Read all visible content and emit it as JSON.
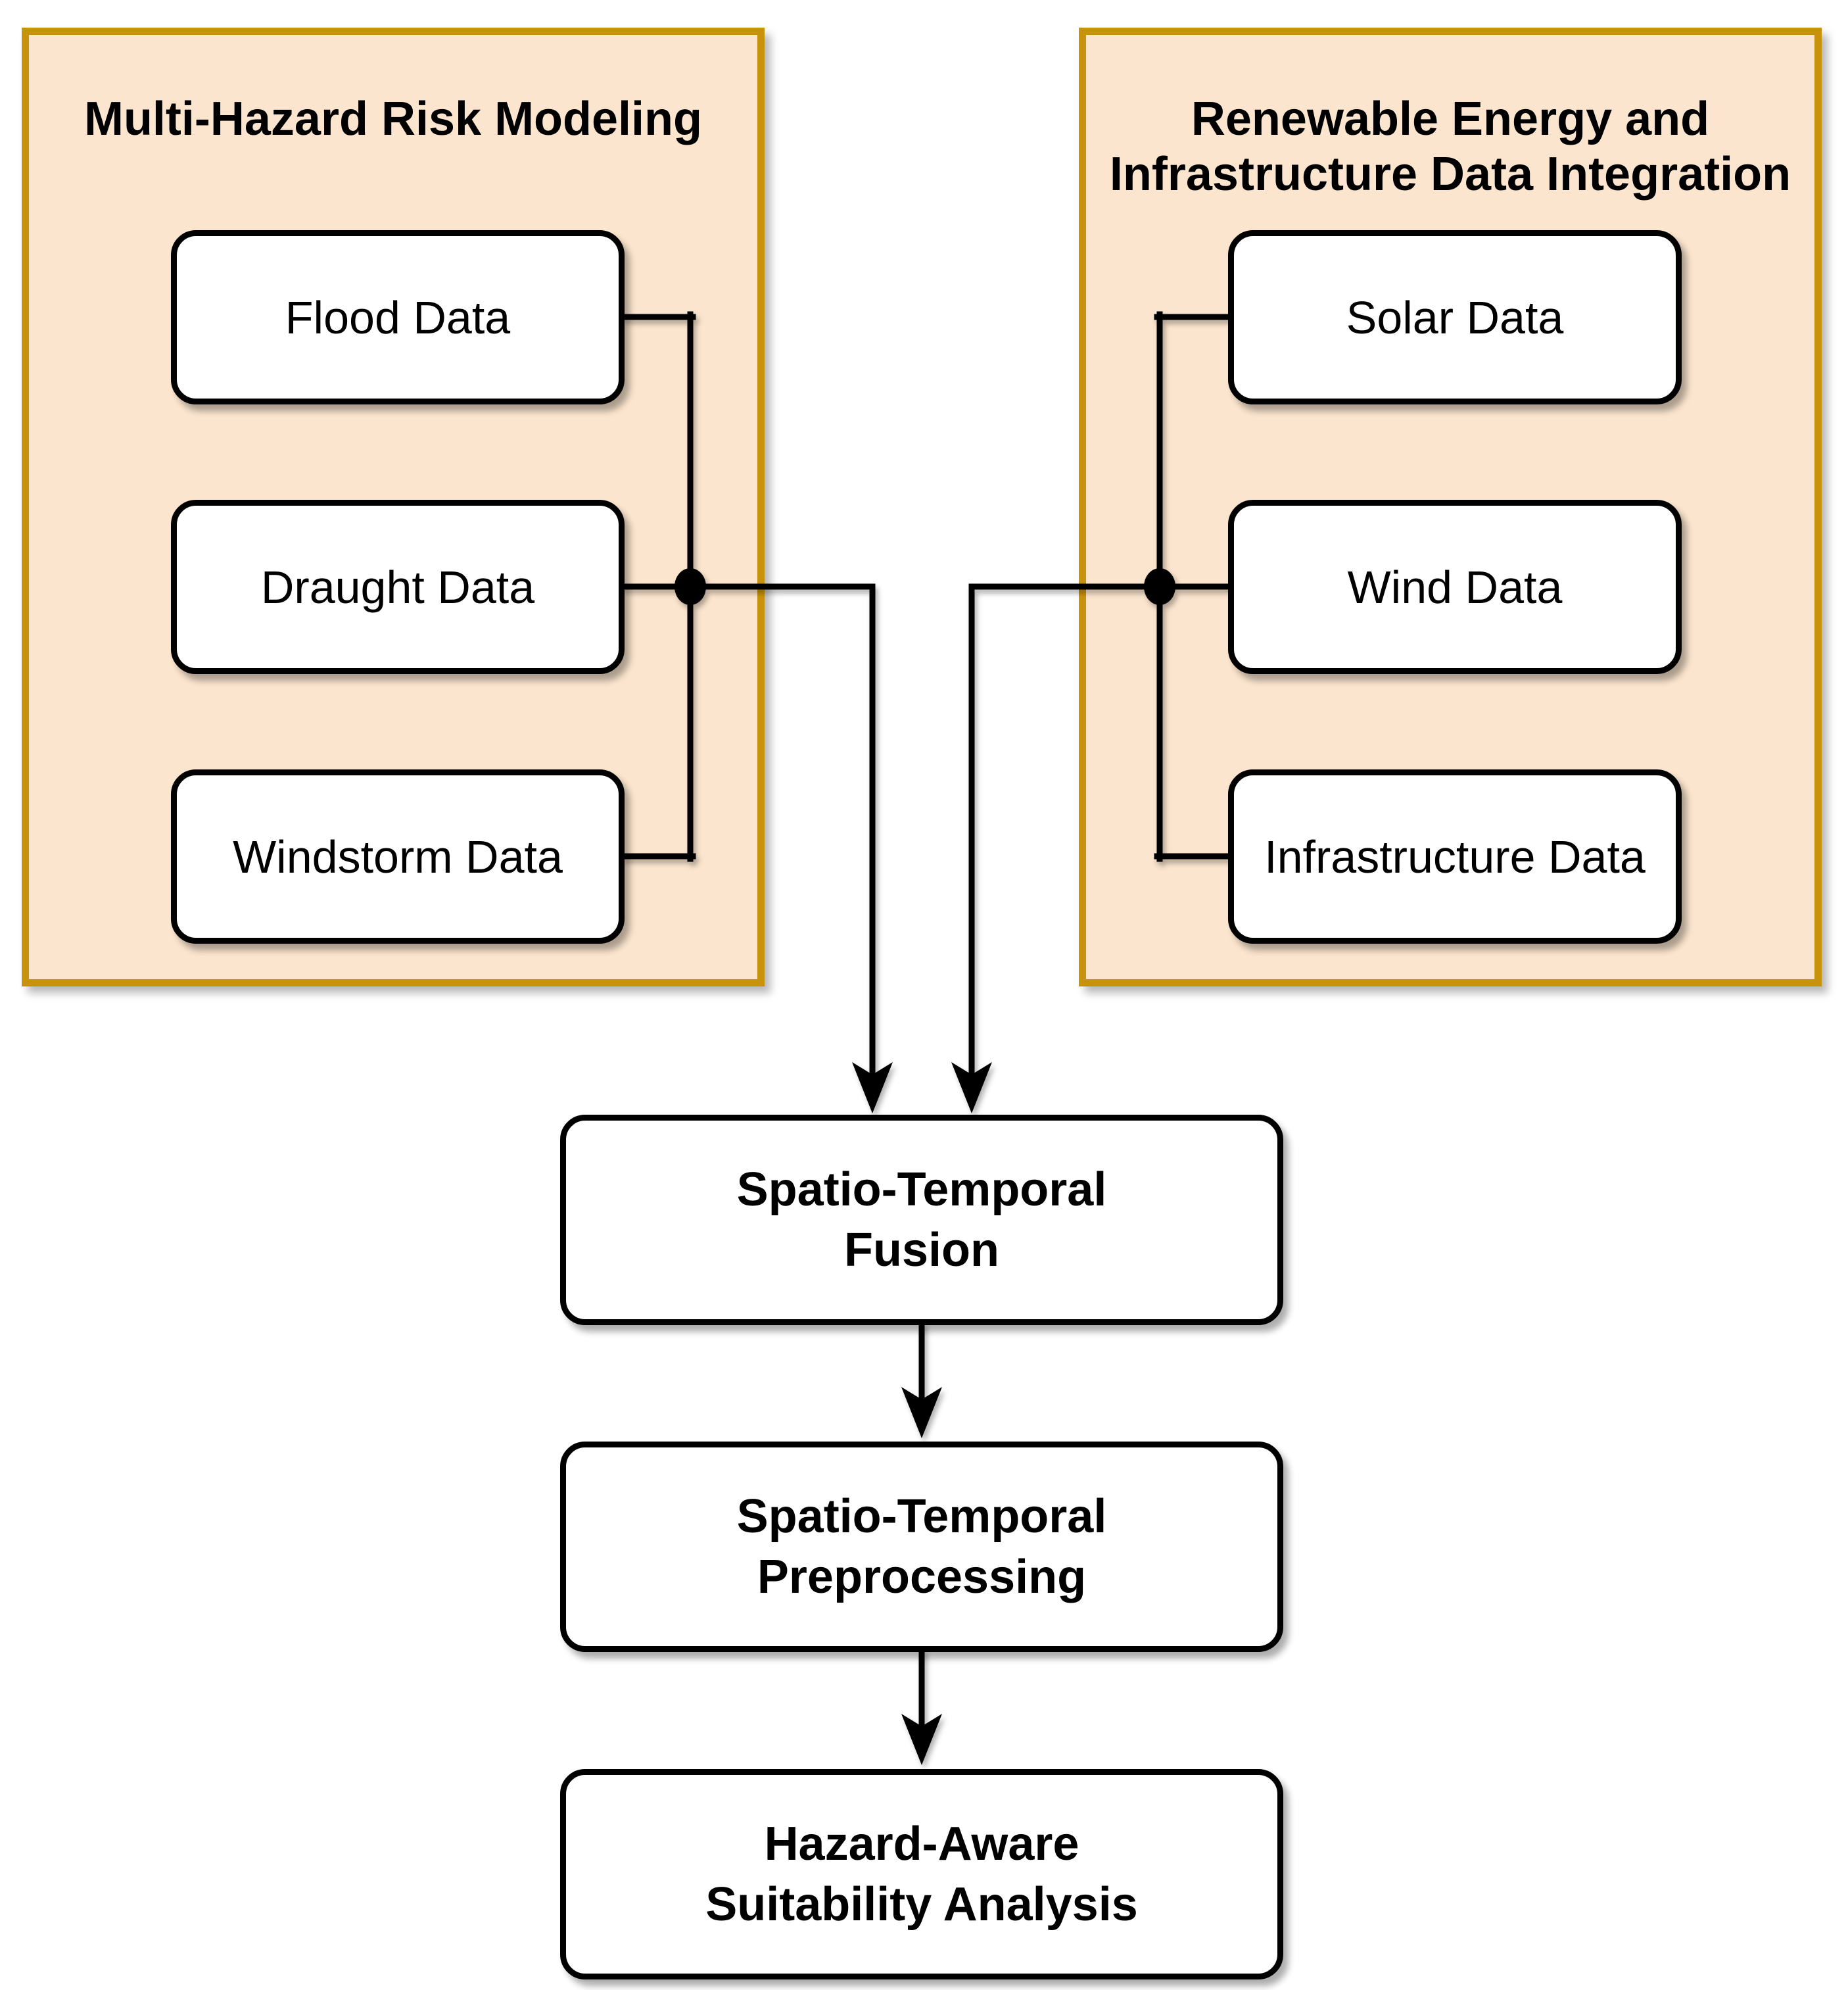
{
  "diagram": {
    "left_panel": {
      "title": "Multi-Hazard Risk Modeling",
      "boxes": [
        {
          "label": "Flood Data"
        },
        {
          "label": "Draught Data"
        },
        {
          "label": "Windstorm Data"
        }
      ]
    },
    "right_panel": {
      "title_line1": "Renewable Energy and",
      "title_line2": "Infrastructure Data Integration",
      "boxes": [
        {
          "label": "Solar Data"
        },
        {
          "label": "Wind Data"
        },
        {
          "label": "Infrastructure Data"
        }
      ]
    },
    "flow_boxes": [
      {
        "label_line1": "Spatio-Temporal",
        "label_line2": "Fusion"
      },
      {
        "label_line1": "Spatio-Temporal",
        "label_line2": "Preprocessing"
      },
      {
        "label_line1": "Hazard-Aware",
        "label_line2": "Suitability Analysis"
      }
    ],
    "colors": {
      "background": "#FFFFFF",
      "panel_fill": "#FBE5CE",
      "panel_border": "#C8930C",
      "node_fill": "#FFFFFF",
      "node_border": "#000000",
      "connector": "#000000",
      "text": "#000000"
    }
  }
}
